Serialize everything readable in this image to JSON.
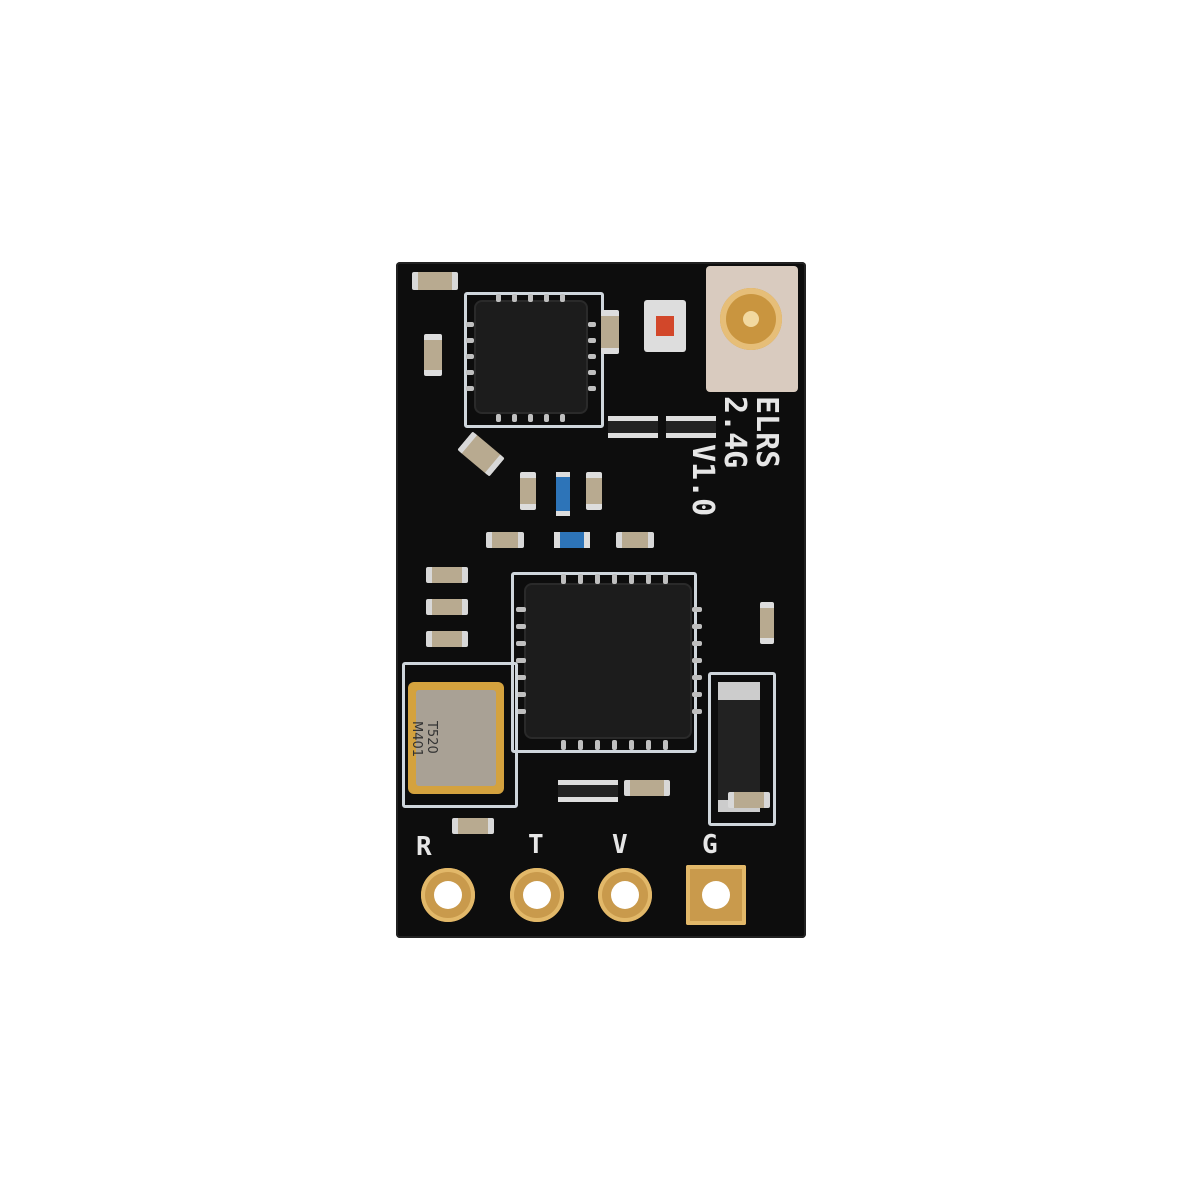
{
  "board": {
    "silkscreen_title": "ELRS 2.4G",
    "silkscreen_version": "V1.0",
    "pad_labels": [
      "R",
      "T",
      "V",
      "G"
    ],
    "crystal_marking": [
      "T520",
      "M401"
    ]
  },
  "colors": {
    "pcb": "#0d0d0d",
    "gold": "#c99a4c",
    "silk": "#e6e6e6",
    "background": "#ffffff"
  }
}
